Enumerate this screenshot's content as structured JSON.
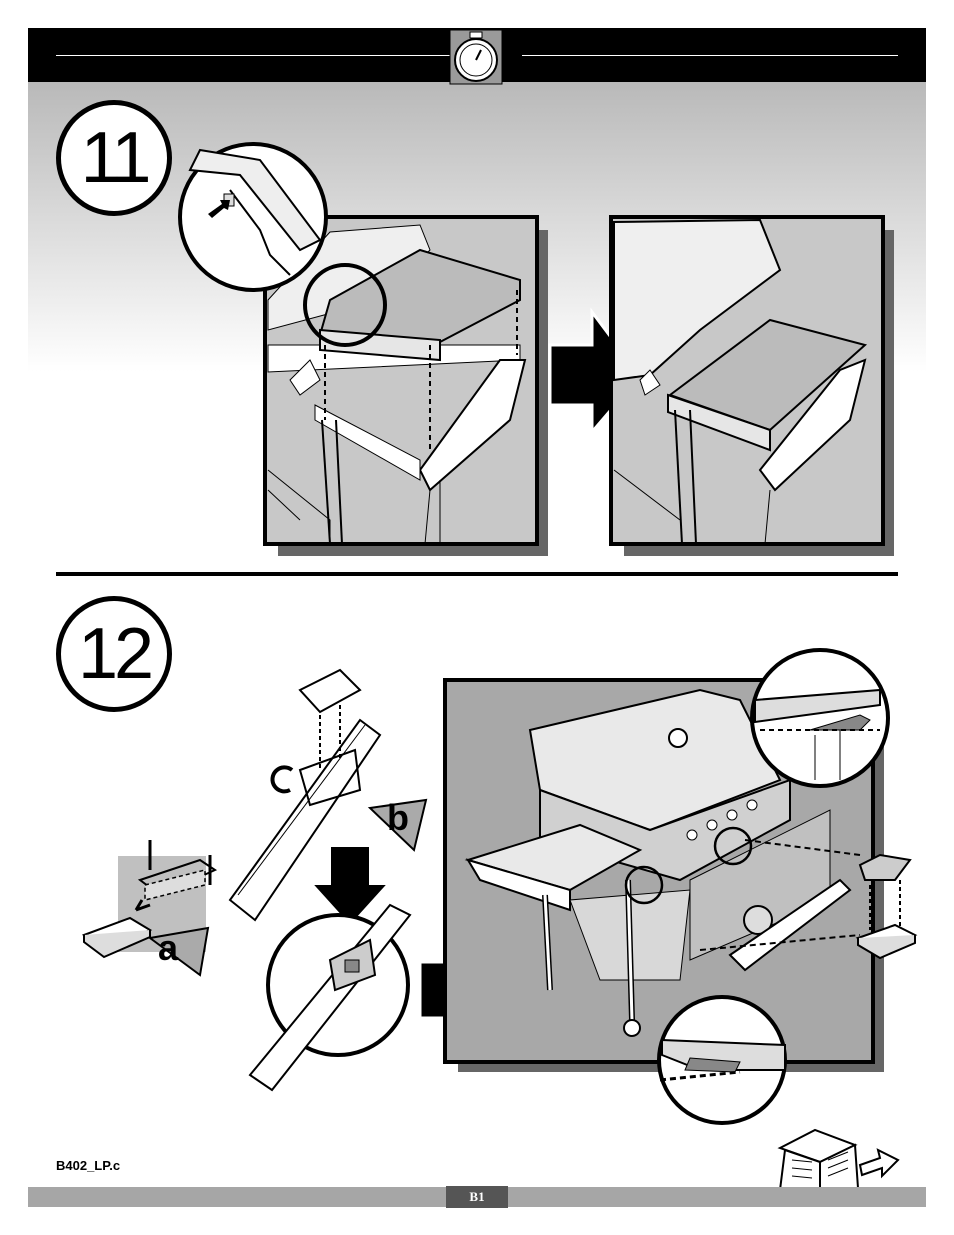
{
  "steps": [
    {
      "number": "11"
    },
    {
      "number": "12"
    }
  ],
  "callouts": {
    "a": "a",
    "b": "b"
  },
  "footer": {
    "filename": "B402_LP.c",
    "page": "B1"
  },
  "icons": {
    "header": "stopwatch-icon",
    "footer": "manual-next-page-icon"
  },
  "colors": {
    "bar": "#000000",
    "panel": "#a8a8a8",
    "footer_bar": "#a6a6a6"
  }
}
